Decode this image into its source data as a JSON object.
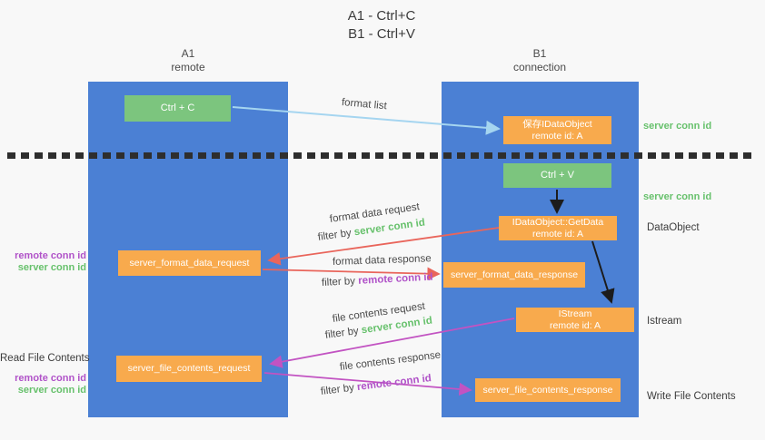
{
  "title": {
    "line1": "A1 - Ctrl+C",
    "line2": "B1 - Ctrl+V"
  },
  "lanes": {
    "a": {
      "name": "A1",
      "subtitle": "remote"
    },
    "b": {
      "name": "B1",
      "subtitle": "connection"
    }
  },
  "nodes": {
    "ctrl_c": {
      "label": "Ctrl + C"
    },
    "save_idataobject": {
      "line1": "保存IDataObject",
      "line2": "remote id: A"
    },
    "ctrl_v": {
      "label": "Ctrl + V"
    },
    "getdata": {
      "line1": "IDataObject::GetData",
      "line2": "remote id: A"
    },
    "format_data_request": {
      "label": "server_format_data_request"
    },
    "format_data_response": {
      "label": "server_format_data_response"
    },
    "istream": {
      "line1": "IStream",
      "line2": "remote id: A"
    },
    "file_contents_request": {
      "label": "server_file_contents_request"
    },
    "file_contents_response": {
      "label": "server_file_contents_response"
    }
  },
  "arrows": {
    "format_list": "format list",
    "format_data_request": "format data request",
    "format_data_response": "format data response",
    "file_contents_request": "file contents request",
    "file_contents_response": "file contents response",
    "filter_by": "filter by",
    "server_conn_id": "server conn id",
    "remote_conn_id": "remote conn id"
  },
  "side_labels": {
    "left": {
      "remote_conn_id": "remote conn id",
      "server_conn_id": "server conn id",
      "read_file_contents": "Read File Contents"
    },
    "right": {
      "server_conn_id_top": "server conn id",
      "server_conn_id_mid": "server conn id",
      "dataobject": "DataObject",
      "istream": "Istream",
      "write_file_contents": "Write File Contents"
    }
  },
  "colors": {
    "background": "#f8f8f8",
    "lane_blue": "#4b80d4",
    "green_box": "#7cc57e",
    "orange_box": "#f8aa4d",
    "arrow_blue": "#a5d5f0",
    "arrow_red": "#e9655b",
    "arrow_magenta": "#c253c2",
    "arrow_black": "#1c1c1c",
    "label_green": "#67c16c",
    "label_purple": "#b052c8",
    "text_dark": "#3c3c3c",
    "dotted_line": "#2e2e2e"
  }
}
